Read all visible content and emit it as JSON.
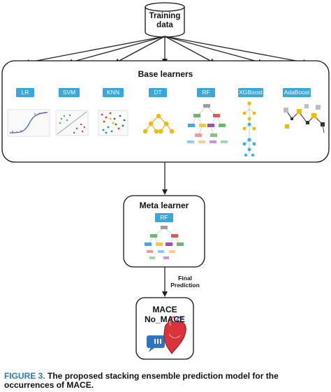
{
  "training": {
    "label_line1": "Training",
    "label_line2": "data"
  },
  "base": {
    "title": "Base learners",
    "learners": [
      "LR",
      "SVM",
      "KNN",
      "DT",
      "RF",
      "XGBoost",
      "AdaBoost"
    ]
  },
  "meta": {
    "title": "Meta learner",
    "model": "RF"
  },
  "final": {
    "line1": "Final",
    "line2": "Prediction"
  },
  "output": {
    "class1": "MACE",
    "class2": "No_MACE"
  },
  "caption": {
    "figure": "FIGURE 3.",
    "text": "The proposed stacking ensemble prediction model for the occurrences of MACE."
  },
  "colors": {
    "tag": "#3aa6dc",
    "caption_accent": "#2a7ab8",
    "heart": "#d9343b",
    "chat": "#2f74c0"
  }
}
